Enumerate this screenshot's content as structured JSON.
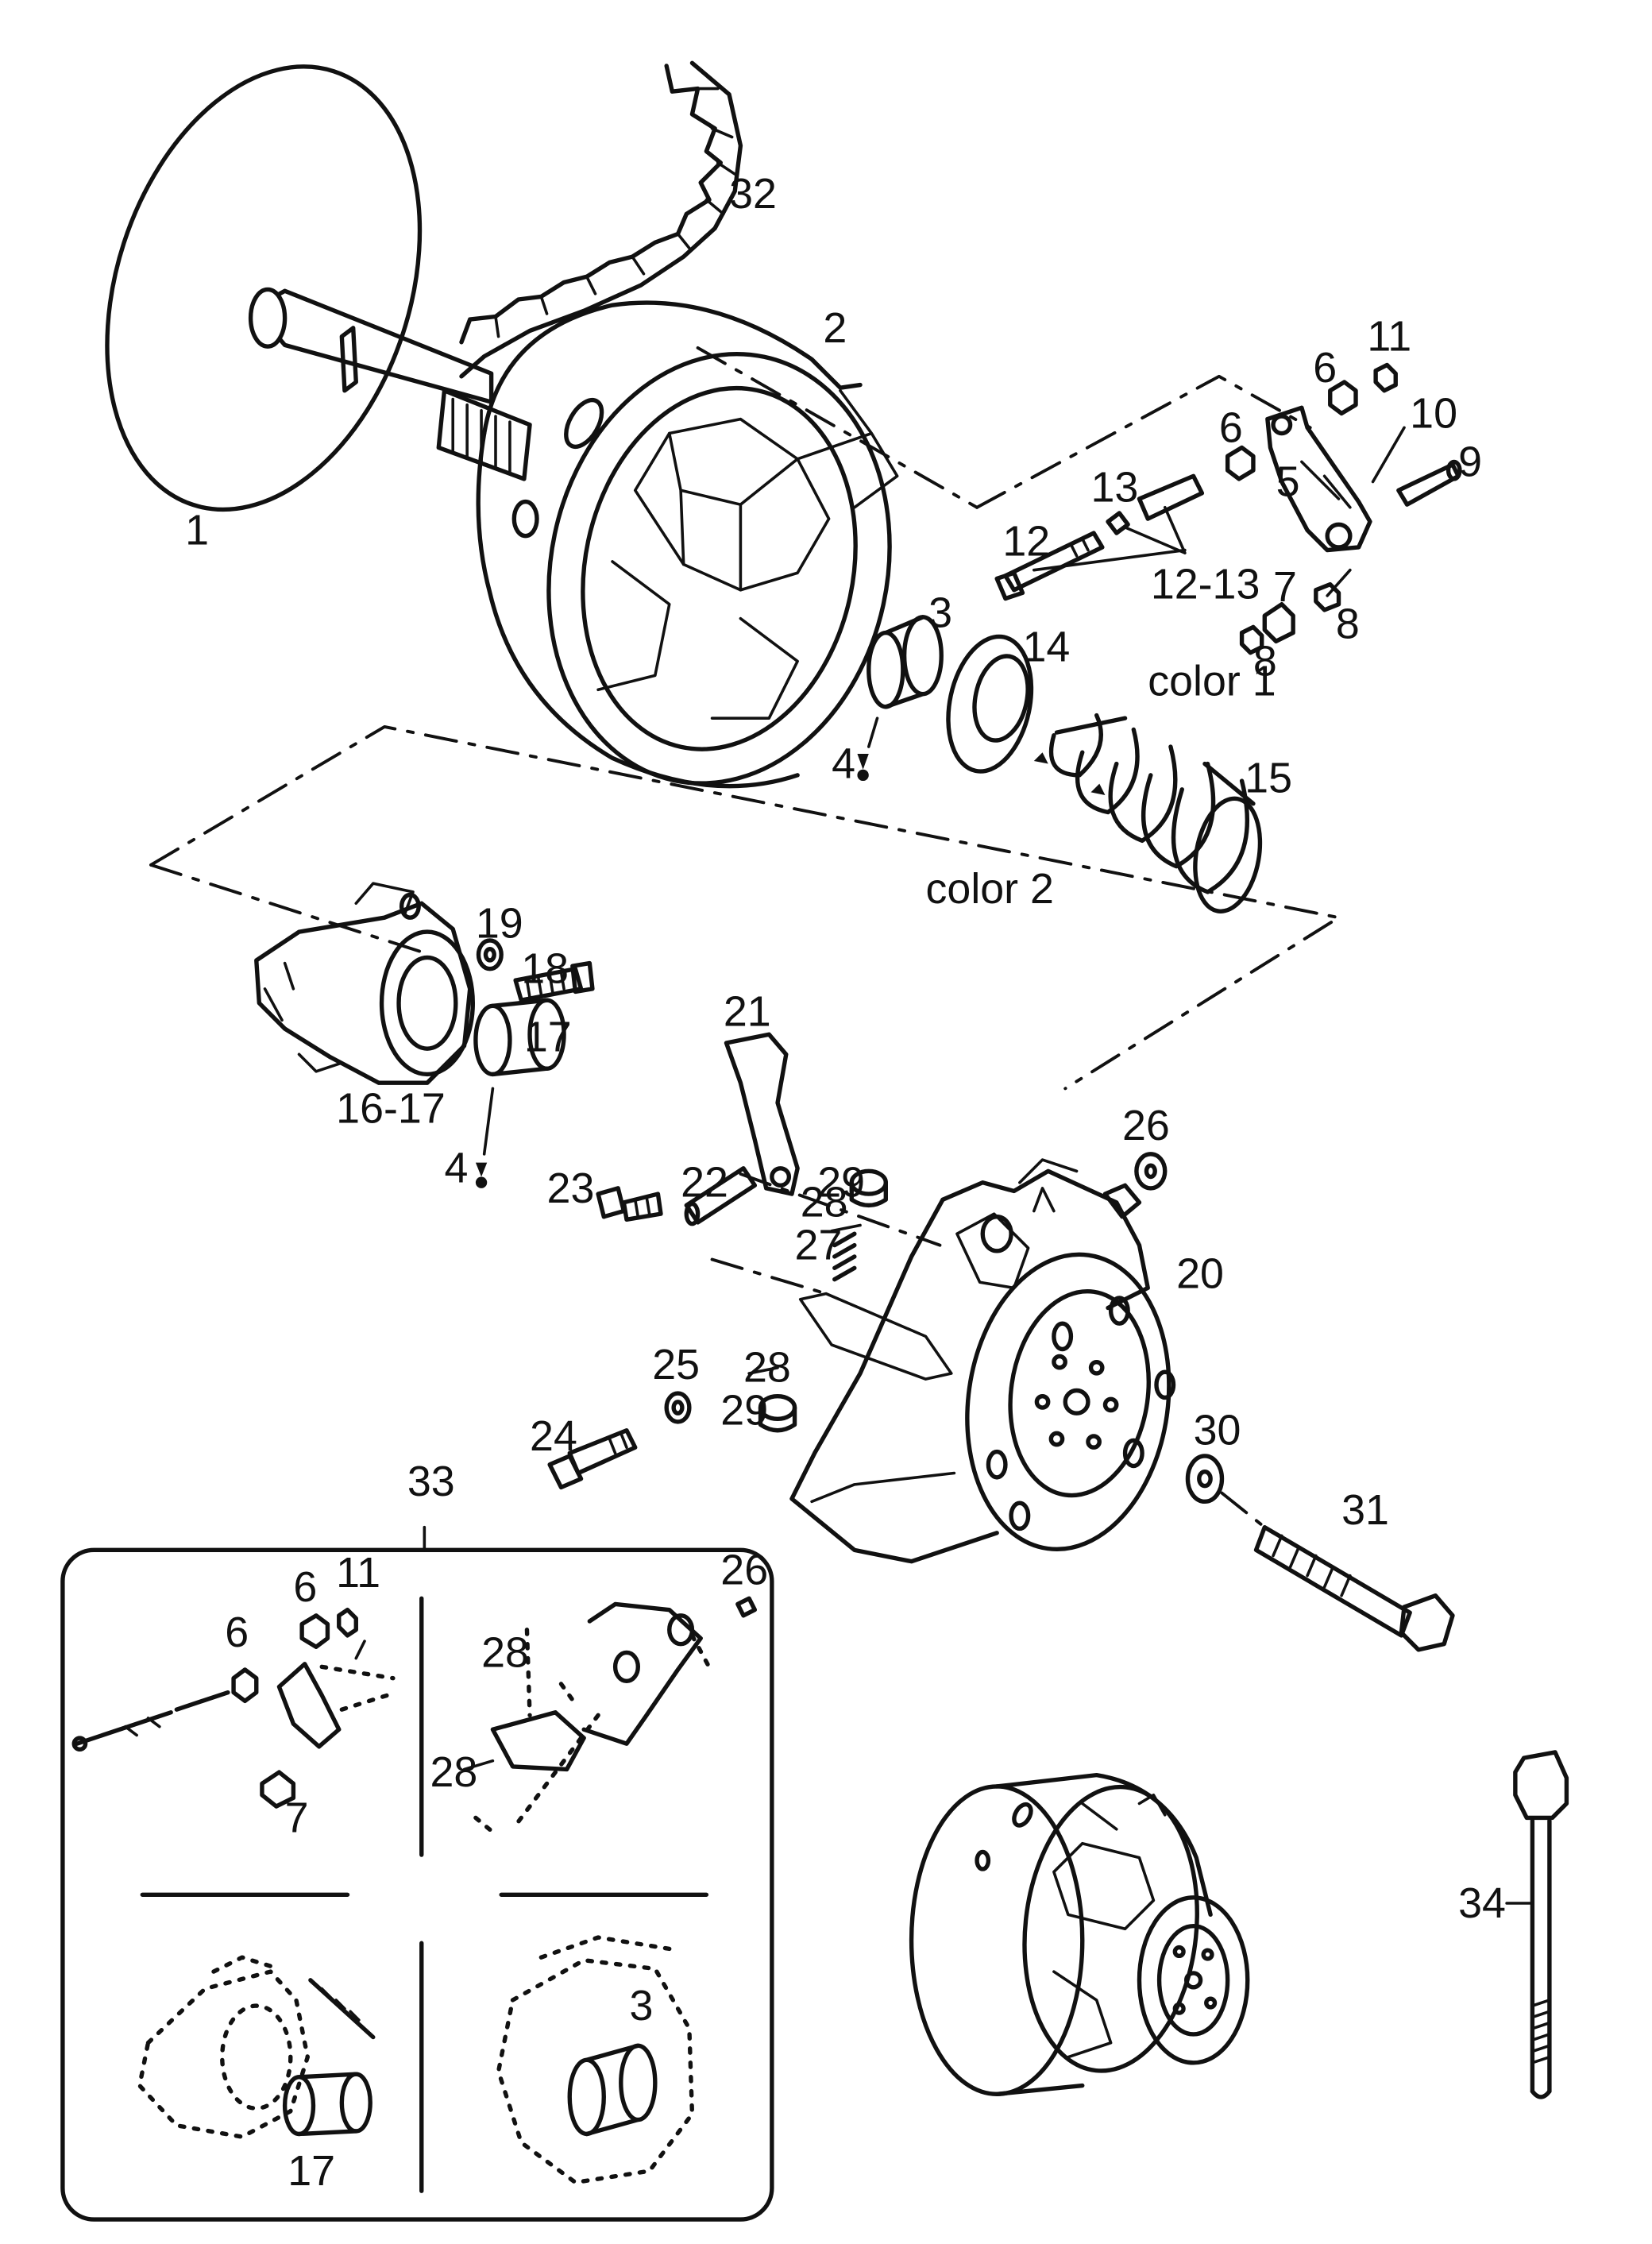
{
  "labels": {
    "p1": "1",
    "p2": "2",
    "p3": "3",
    "p3b": "3",
    "p4a": "4",
    "p4b": "4",
    "p5": "5",
    "p6a": "6",
    "p6b": "6",
    "p6c": "6",
    "p6d": "6",
    "p7": "7",
    "p7b": "7",
    "p8a": "8",
    "p8b": "8",
    "p9": "9",
    "p10": "10",
    "p11": "11",
    "p11b": "11",
    "p12": "12",
    "p1213": "12-13",
    "p13": "13",
    "p14": "14",
    "p15": "15",
    "p1617": "16-17",
    "p17": "17",
    "p17b": "17",
    "p18": "18",
    "p19": "19",
    "p20": "20",
    "p21": "21",
    "p22": "22",
    "p23": "23",
    "p24": "24",
    "p25": "25",
    "p26": "26",
    "p26b": "26",
    "p27": "27",
    "p28a": "28",
    "p28b": "28",
    "p28c": "28",
    "p28d": "28",
    "p29a": "29",
    "p29b": "29",
    "p30": "30",
    "p31": "31",
    "p32": "32",
    "p33": "33",
    "p34": "34",
    "color1": "color 1",
    "color2": "color 2"
  }
}
